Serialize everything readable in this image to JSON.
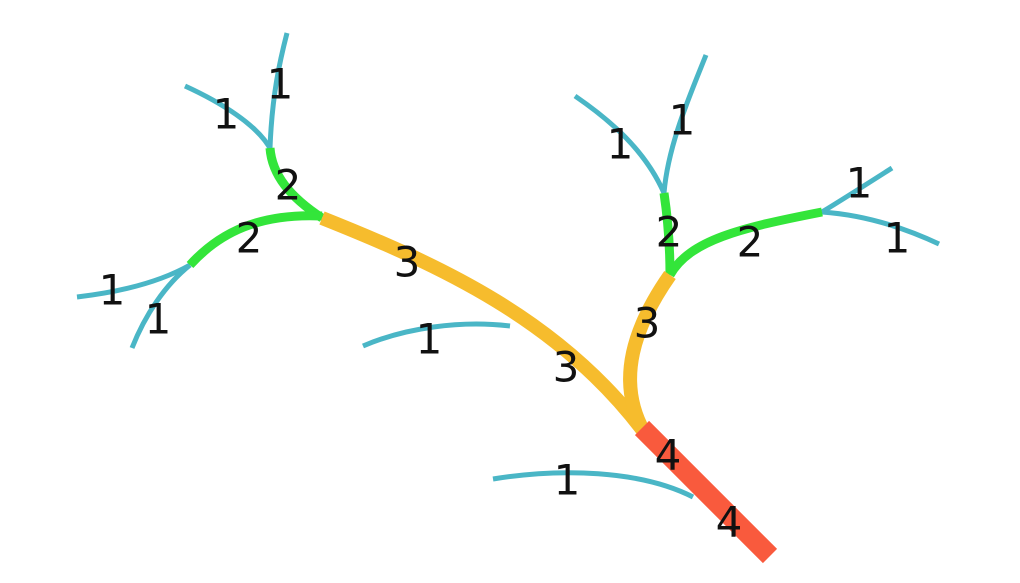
{
  "diagram": {
    "type": "strahler-stream-order-tree",
    "order_colors": {
      "1": "#4ab6c6",
      "2": "#33e53a",
      "3": "#f6bc2d",
      "4": "#f95a3d"
    },
    "order_stroke_icon": "branch-line",
    "segments": [
      {
        "id": "outlet",
        "order": 4,
        "label": "4"
      },
      {
        "id": "main-left-lower",
        "order": 3,
        "label": "3"
      },
      {
        "id": "main-left-upper",
        "order": 3,
        "label": "3"
      },
      {
        "id": "right-trunk",
        "order": 3,
        "label": "3"
      },
      {
        "id": "ul-stem",
        "order": 2,
        "label": "2"
      },
      {
        "id": "ul-branch",
        "order": 2,
        "label": "2"
      },
      {
        "id": "ur-stem",
        "order": 2,
        "label": "2"
      },
      {
        "id": "ur-branch",
        "order": 2,
        "label": "2"
      },
      {
        "id": "ul-top-a",
        "order": 1,
        "label": "1"
      },
      {
        "id": "ul-top-b",
        "order": 1,
        "label": "1"
      },
      {
        "id": "ll-a",
        "order": 1,
        "label": "1"
      },
      {
        "id": "ll-b",
        "order": 1,
        "label": "1"
      },
      {
        "id": "mid-trib",
        "order": 1,
        "label": "1"
      },
      {
        "id": "low-trib",
        "order": 1,
        "label": "1"
      },
      {
        "id": "ur-top-a",
        "order": 1,
        "label": "1"
      },
      {
        "id": "ur-top-b",
        "order": 1,
        "label": "1"
      },
      {
        "id": "r-a",
        "order": 1,
        "label": "1"
      },
      {
        "id": "r-b",
        "order": 1,
        "label": "1"
      }
    ],
    "labels": {
      "outlet_upper": "4",
      "outlet_lower": "4",
      "main_left_upper": "3",
      "main_left_lower": "3",
      "right_trunk": "3",
      "ul_stem": "2",
      "ul_branch": "2",
      "ur_stem": "2",
      "ur_branch": "2",
      "ul_top_a": "1",
      "ul_top_b": "1",
      "ll_a": "1",
      "ll_b": "1",
      "mid_trib": "1",
      "low_trib": "1",
      "ur_top_a": "1",
      "ur_top_b": "1",
      "r_a": "1",
      "r_b": "1"
    }
  }
}
